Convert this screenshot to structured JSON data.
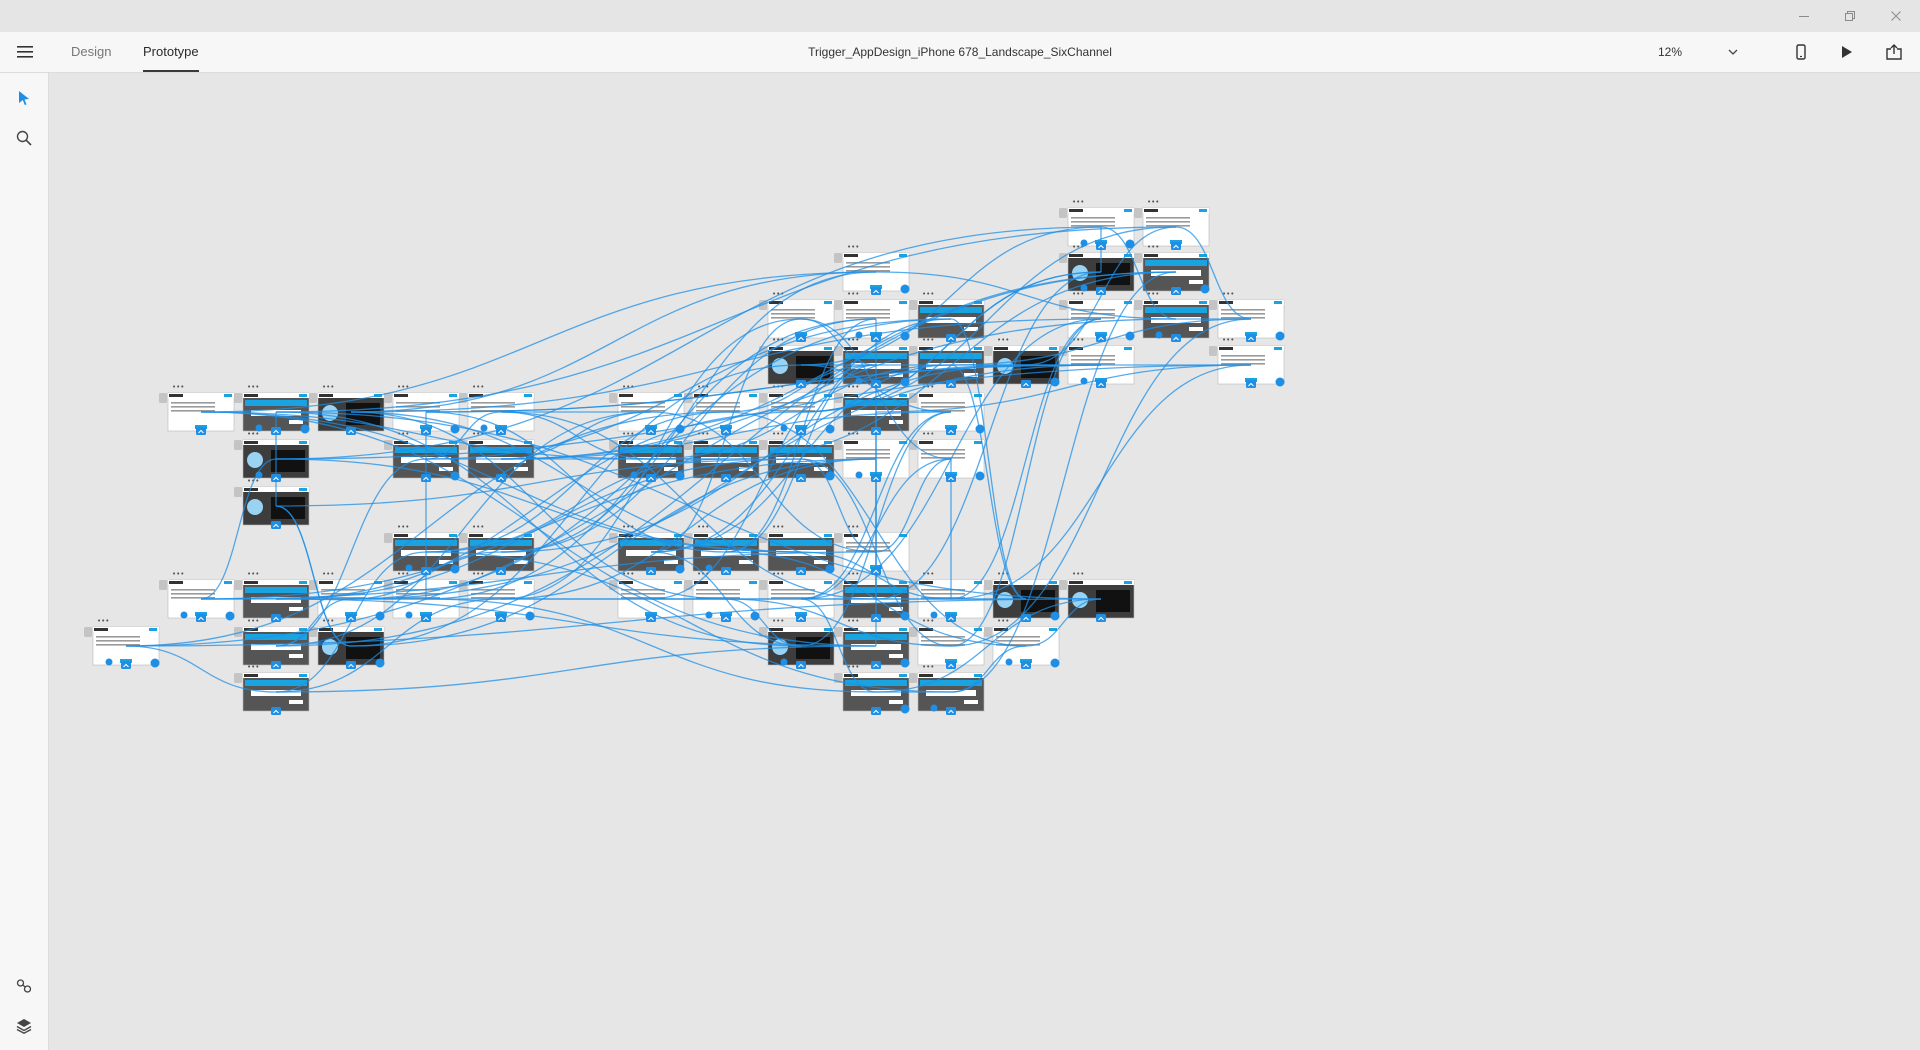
{
  "app": {
    "modes": [
      {
        "label": "Design",
        "active": false
      },
      {
        "label": "Prototype",
        "active": true
      }
    ],
    "document_title": "Trigger_AppDesign_iPhone 678_Landscape_SixChannel",
    "zoom_level": "12%"
  },
  "icons": {
    "menu": "hamburger-menu-icon",
    "zoom_dropdown": "chevron-down-icon",
    "device_preview": "mobile-device-icon",
    "play": "play-icon",
    "share": "share-icon",
    "minimize": "window-minimize-icon",
    "restore": "window-restore-icon",
    "close": "window-close-icon",
    "select_tool": "select-arrow-icon",
    "search": "search-icon",
    "plugins": "plugins-icon",
    "layers": "layers-icon"
  },
  "colors": {
    "connector": "#1f8fe6",
    "artboard_header": "#19a3e0",
    "dark_screen": "#555555"
  }
}
